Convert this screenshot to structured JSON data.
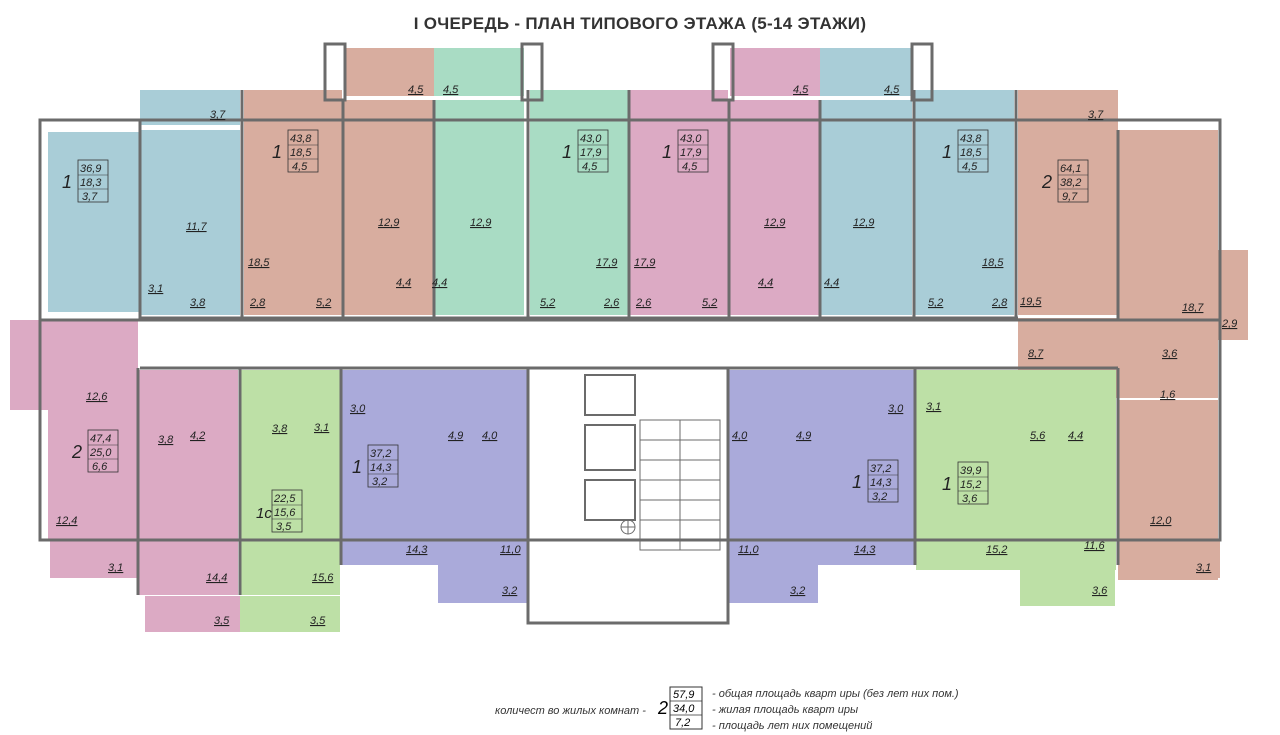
{
  "title": "I ОЧЕРЕДЬ - ПЛАН ТИПОВОГО ЭТАЖА (5-14 ЭТАЖИ)",
  "colors": {
    "blue": "#a9cdd7",
    "brown": "#d8ad9f",
    "green": "#a9dcc4",
    "pink": "#dcaac4",
    "purple": "#aaaada",
    "lightgreen": "#bde0a6",
    "wall": "#6b6b6b",
    "corridor": "#ffffff"
  },
  "apartments": [
    {
      "id": "a1",
      "rooms": "1",
      "total": "36,9",
      "living": "18,3",
      "loggia": "3,7",
      "color": "blue"
    },
    {
      "id": "a2",
      "rooms": "1",
      "total": "43,8",
      "living": "18,5",
      "loggia": "4,5",
      "color": "brown"
    },
    {
      "id": "a3",
      "rooms": "1",
      "total": "43,0",
      "living": "17,9",
      "loggia": "4,5",
      "color": "green"
    },
    {
      "id": "a4",
      "rooms": "1",
      "total": "43,0",
      "living": "17,9",
      "loggia": "4,5",
      "color": "pink"
    },
    {
      "id": "a5",
      "rooms": "1",
      "total": "43,8",
      "living": "18,5",
      "loggia": "4,5",
      "color": "blue"
    },
    {
      "id": "a6",
      "rooms": "2",
      "total": "64,1",
      "living": "38,2",
      "loggia": "9,7",
      "color": "brown"
    },
    {
      "id": "a7",
      "rooms": "2",
      "total": "47,4",
      "living": "25,0",
      "loggia": "6,6",
      "color": "pink"
    },
    {
      "id": "a8",
      "rooms": "1с",
      "total": "22,5",
      "living": "15,6",
      "loggia": "3,5",
      "color": "lightgreen"
    },
    {
      "id": "a9",
      "rooms": "1",
      "total": "37,2",
      "living": "14,3",
      "loggia": "3,2",
      "color": "purple"
    },
    {
      "id": "a10",
      "rooms": "1",
      "total": "37,2",
      "living": "14,3",
      "loggia": "3,2",
      "color": "purple"
    },
    {
      "id": "a11",
      "rooms": "1",
      "total": "39,9",
      "living": "15,2",
      "loggia": "3,6",
      "color": "lightgreen"
    }
  ],
  "room_labels": [
    "3,7",
    "4,5",
    "4,5",
    "4,5",
    "4,5",
    "3,7",
    "11,7",
    "12,9",
    "12,9",
    "12,9",
    "12,9",
    "18,5",
    "17,9",
    "17,9",
    "18,5",
    "19,5",
    "18,7",
    "3,1",
    "3,8",
    "2,8",
    "5,2",
    "4,4",
    "4,4",
    "5,2",
    "2,6",
    "2,6",
    "5,2",
    "4,4",
    "4,4",
    "5,2",
    "2,8",
    "2,9",
    "8,7",
    "3,6",
    "1,6",
    "12,6",
    "3,8",
    "4,2",
    "3,8",
    "3,1",
    "3,0",
    "4,9",
    "4,0",
    "4,0",
    "4,9",
    "3,0",
    "3,1",
    "5,6",
    "4,4",
    "12,4",
    "3,1",
    "14,4",
    "15,6",
    "14,3",
    "11,0",
    "11,0",
    "14,3",
    "15,2",
    "11,6",
    "12,0",
    "3,1",
    "3,5",
    "3,5",
    "3,2",
    "3,2",
    "3,6"
  ],
  "legend": {
    "label": "количест во жилых комнат  -",
    "sample_rooms": "2",
    "sample_total": "57,9",
    "sample_living": "34,0",
    "sample_loggia": "7,2",
    "line1": "- общая площадь кварт иры (без лет них пом.)",
    "line2": "- жилая площадь кварт иры",
    "line3": "- площадь лет них помещений"
  }
}
